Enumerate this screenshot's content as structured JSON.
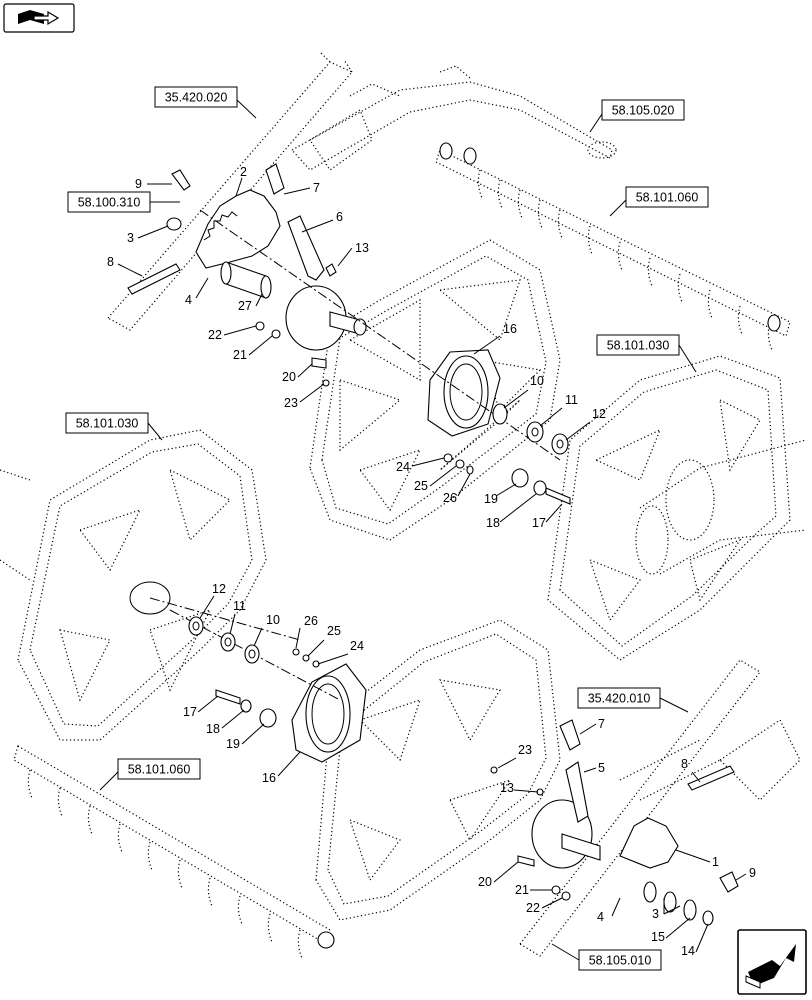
{
  "references": [
    {
      "id": "ref-35420020",
      "text": "35.420.020"
    },
    {
      "id": "ref-58105020",
      "text": "58.105.020"
    },
    {
      "id": "ref-58100310",
      "text": "58.100.310"
    },
    {
      "id": "ref-58101060-top",
      "text": "58.101.060"
    },
    {
      "id": "ref-58101030-right",
      "text": "58.101.030"
    },
    {
      "id": "ref-58101030-left",
      "text": "58.101.030"
    },
    {
      "id": "ref-35420010",
      "text": "35.420.010"
    },
    {
      "id": "ref-58101060-bottom",
      "text": "58.101.060"
    },
    {
      "id": "ref-58105010",
      "text": "58.105.010"
    }
  ],
  "callouts": [
    "9",
    "2",
    "7",
    "6",
    "3",
    "8",
    "13",
    "4",
    "27",
    "22",
    "21",
    "20",
    "23",
    "16",
    "10",
    "11",
    "12",
    "24",
    "25",
    "26",
    "19",
    "18",
    "17",
    "12",
    "11",
    "10",
    "26",
    "25",
    "24",
    "17",
    "18",
    "19",
    "16",
    "23",
    "7",
    "5",
    "8",
    "13",
    "1",
    "9",
    "20",
    "21",
    "22",
    "4",
    "3",
    "15",
    "14"
  ],
  "icons": {
    "top_left": "book-navigation-icon",
    "bottom_right": "next-page-arrow-icon"
  }
}
